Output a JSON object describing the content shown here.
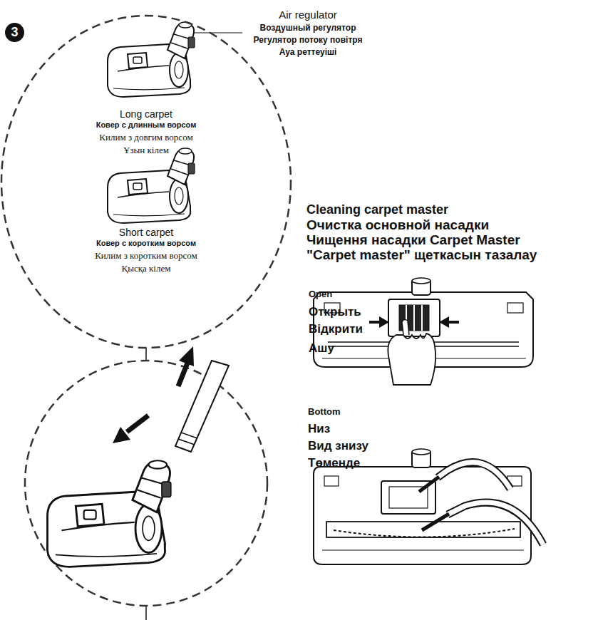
{
  "diagram": {
    "nodes": [
      {
        "text": [
          "3"
        ]
      },
      {
        "text": [
          "Long carpet",
          "Ковер с длинным ворсом",
          "Килим з довгим ворсом",
          "Ұзын кілем",
          "Short carpet",
          "Ковер с коротким ворсом",
          "Килим з коротким ворсом",
          "Қысқа кілем"
        ]
      }
    ],
    "labels": [
      "Air regulator",
      "Воздушный регулятор",
      "Регулятор потоку повітря",
      "Ауа реттеуіші",
      "Cleaning carpet master",
      "Очистка основной насадки",
      "Чищення насадки Carpet Master",
      "\"Carpet master\" щеткасын тазалау",
      "Open",
      "Открыть",
      "Відкрити",
      "Ашу",
      "Bottom",
      "Низ",
      "Вид знизу",
      "Төменде"
    ]
  }
}
